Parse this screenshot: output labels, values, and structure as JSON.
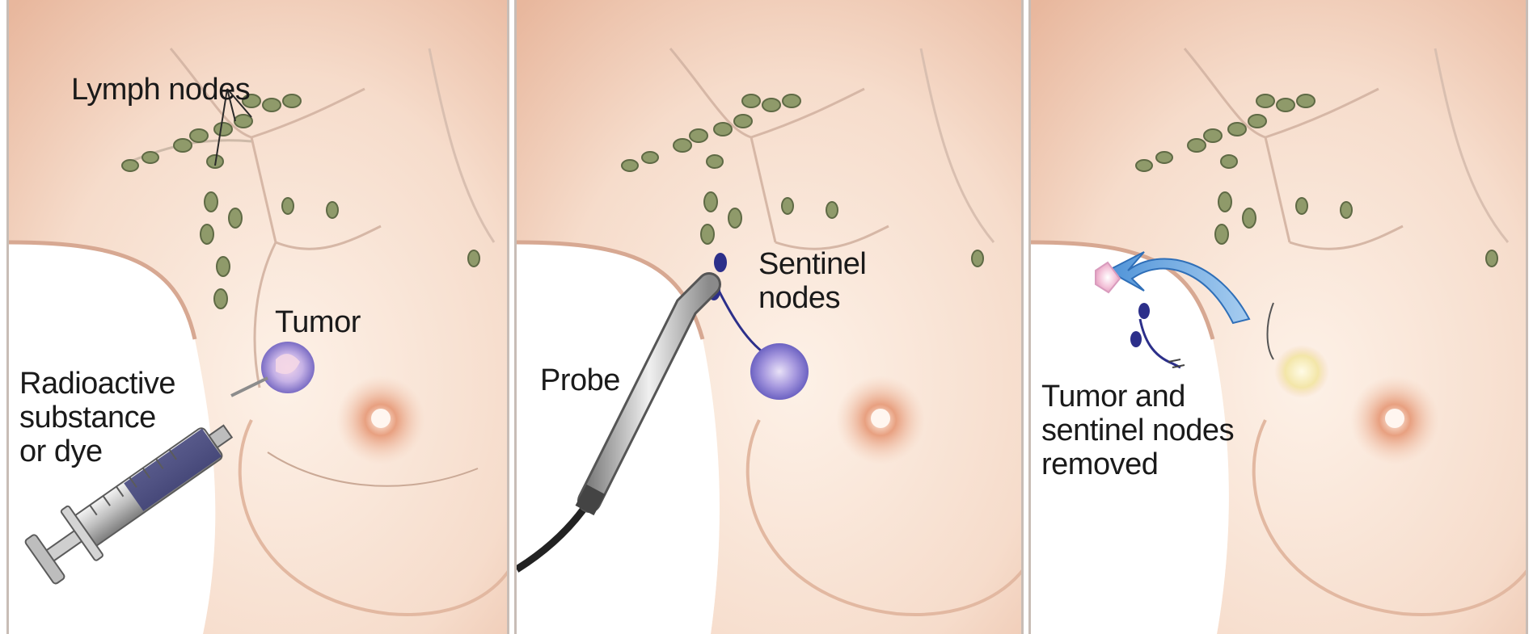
{
  "panels": [
    {
      "labels": {
        "lymph_nodes": "Lymph nodes",
        "tumor": "Tumor",
        "injection": [
          "Radioactive",
          "substance",
          "or dye"
        ]
      }
    },
    {
      "labels": {
        "sentinel": [
          "Sentinel",
          "nodes"
        ],
        "probe": "Probe"
      }
    },
    {
      "labels": {
        "removed": [
          "Tumor and",
          "sentinel nodes",
          "removed"
        ]
      }
    }
  ],
  "colors": {
    "skin_light": "#fbe9dc",
    "skin_mid": "#efc9b2",
    "skin_shadow": "#d9a58c",
    "node_green": "#8f9a6a",
    "sentinel_blue": "#2c2f8a",
    "tumor_purple": "#9b8fd6",
    "arrow_blue": "#4f93d8",
    "border": "#c8bdb6"
  }
}
